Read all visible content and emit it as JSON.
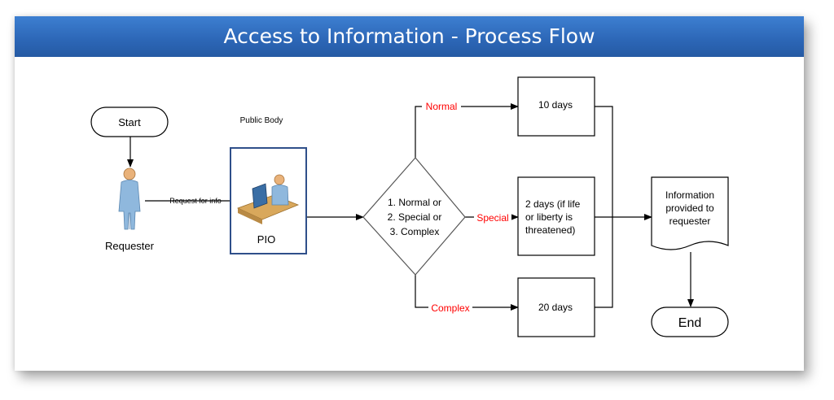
{
  "title": "Access to Information - Process Flow",
  "nodes": {
    "start": "Start",
    "end": "End",
    "requester": "Requester",
    "public_body": "Public Body",
    "pio": "PIO",
    "decision_lines": [
      "1. Normal or",
      "2. Special or",
      "3. Complex"
    ],
    "normal_box": "10 days",
    "special_box_lines": [
      "2 days (if life",
      "or liberty is",
      "threatened)"
    ],
    "complex_box": "20 days",
    "information_lines": [
      "Information",
      "provided to",
      "requester"
    ]
  },
  "edges": {
    "request_for_info": "Request for info",
    "normal": "Normal",
    "special": "Special",
    "complex": "Complex"
  },
  "colors": {
    "title_bar": "#2c66b6",
    "branch_label": "#ff0000",
    "pio_border": "#2f4f8a",
    "person": "#8fb8dd"
  }
}
